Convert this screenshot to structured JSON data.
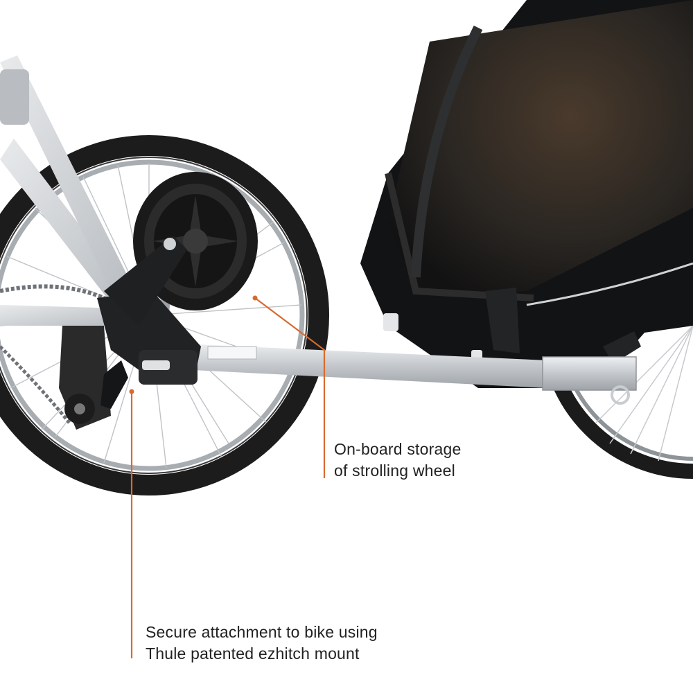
{
  "callouts": {
    "storage": {
      "line1": "On-board storage",
      "line2": "of strolling wheel"
    },
    "hitch": {
      "line1": "Secure attachment to bike using",
      "line2": "Thule patented ezhitch mount"
    }
  },
  "colors": {
    "callout_line": "#d86a2e",
    "trailer_fabric": "#111214",
    "aluminum": "#c9ccd0",
    "tire": "#1b1b1b"
  }
}
